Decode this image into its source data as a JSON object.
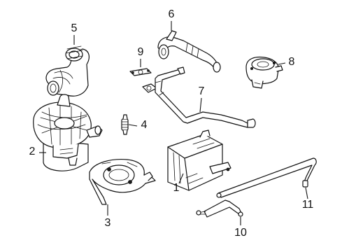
{
  "callouts": [
    {
      "id": "1",
      "label": "1"
    },
    {
      "id": "2",
      "label": "2"
    },
    {
      "id": "3",
      "label": "3"
    },
    {
      "id": "4",
      "label": "4"
    },
    {
      "id": "5",
      "label": "5"
    },
    {
      "id": "6",
      "label": "6"
    },
    {
      "id": "7",
      "label": "7"
    },
    {
      "id": "8",
      "label": "8"
    },
    {
      "id": "9",
      "label": "9"
    },
    {
      "id": "10",
      "label": "10"
    },
    {
      "id": "11",
      "label": "11"
    }
  ],
  "line_color": "#111111",
  "background": "#ffffff"
}
